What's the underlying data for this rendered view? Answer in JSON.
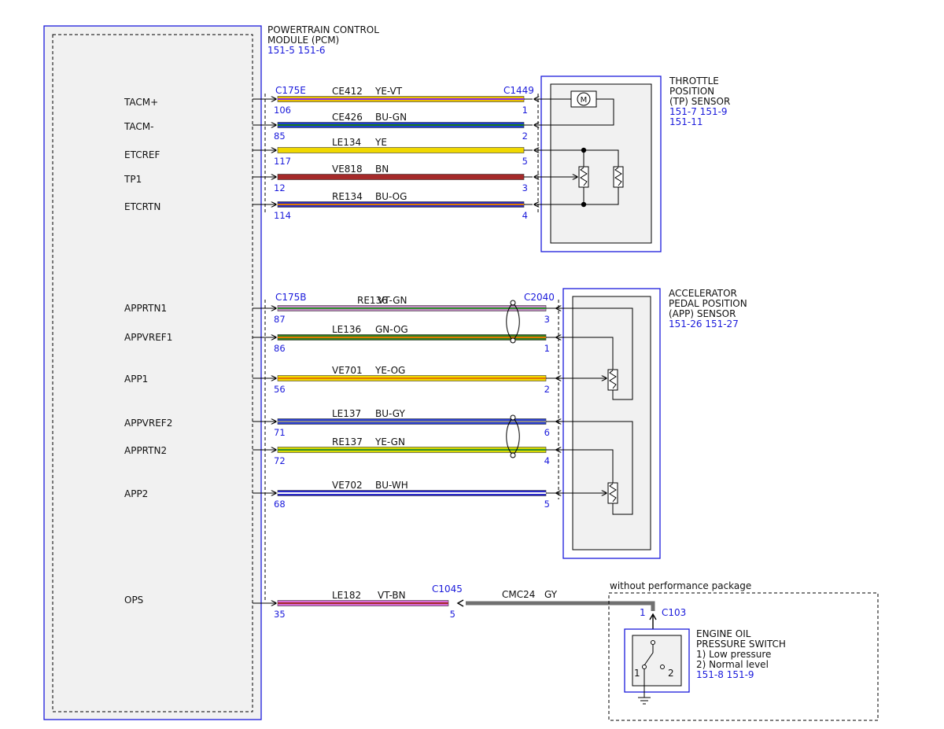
{
  "pcm": {
    "title_line1": "POWERTRAIN CONTROL",
    "title_line2": "MODULE (PCM)",
    "refs": "151-5  151-6"
  },
  "pcm_pins": [
    "TACM+",
    "TACM-",
    "ETCREF",
    "TP1",
    "ETCRTN",
    "APPRTN1",
    "APPVREF1",
    "APP1",
    "APPVREF2",
    "APPRTN2",
    "APP2",
    "OPS"
  ],
  "connectors": {
    "pcm_top": "C175E",
    "pcm_mid": "C175B",
    "tp_sensor": "C1449",
    "app_sensor": "C2040",
    "ops_inline": "C1045",
    "ops_switch": "C103"
  },
  "wires": [
    {
      "circuit": "CE412",
      "color_code": "YE-VT",
      "pcm_pin": "106",
      "far_pin": "1",
      "main": "#e8c000",
      "stripe": "#8a2be2"
    },
    {
      "circuit": "CE426",
      "color_code": "BU-GN",
      "pcm_pin": "85",
      "far_pin": "2",
      "main": "#1f3fd1",
      "stripe": "#1a7a1a"
    },
    {
      "circuit": "LE134",
      "color_code": "YE",
      "pcm_pin": "117",
      "far_pin": "5",
      "main": "#f0d800",
      "stripe": ""
    },
    {
      "circuit": "VE818",
      "color_code": "BN",
      "pcm_pin": "12",
      "far_pin": "3",
      "main": "#a52a2a",
      "stripe": ""
    },
    {
      "circuit": "RE134",
      "color_code": "BU-OG",
      "pcm_pin": "114",
      "far_pin": "4",
      "main": "#2a2ab8",
      "stripe": "#e07a00"
    },
    {
      "circuit": "RE136",
      "color_code": "VT-GN",
      "pcm_pin": "87",
      "far_pin": "3",
      "main": "#c38ac3",
      "stripe": "#2f8f2f"
    },
    {
      "circuit": "LE136",
      "color_code": "GN-OG",
      "pcm_pin": "86",
      "far_pin": "1",
      "main": "#2f7a1f",
      "stripe": "#e07a00"
    },
    {
      "circuit": "VE701",
      "color_code": "YE-OG",
      "pcm_pin": "56",
      "far_pin": "2",
      "main": "#f0d800",
      "stripe": "#e07a00"
    },
    {
      "circuit": "LE137",
      "color_code": "BU-GY",
      "pcm_pin": "71",
      "far_pin": "6",
      "main": "#2a3fcf",
      "stripe": "#8a8a8a"
    },
    {
      "circuit": "RE137",
      "color_code": "YE-GN",
      "pcm_pin": "72",
      "far_pin": "4",
      "main": "#d8d800",
      "stripe": "#2f8f2f"
    },
    {
      "circuit": "VE702",
      "color_code": "BU-WH",
      "pcm_pin": "68",
      "far_pin": "5",
      "main": "#2a2ac8",
      "stripe": "#ffffff"
    },
    {
      "circuit": "LE182",
      "color_code": "VT-BN",
      "pcm_pin": "35",
      "far_pin": "5",
      "main": "#d86ad8",
      "stripe": "#a52a2a"
    }
  ],
  "ops_link": {
    "circuit": "CMC24",
    "color_code": "GY",
    "color": "#707070"
  },
  "tp_sensor": {
    "line1": "THROTTLE",
    "line2": "POSITION",
    "line3": "(TP) SENSOR",
    "refs1": "151-7  151-9",
    "refs2": "151-11",
    "motor_label": "M"
  },
  "app_sensor": {
    "line1": "ACCELERATOR",
    "line2": "PEDAL POSITION",
    "line3": "(APP) SENSOR",
    "refs": "151-26  151-27"
  },
  "ops_switch": {
    "group_label": "without performance package",
    "conn_pin": "1",
    "line1": "ENGINE OIL",
    "line2": "PRESSURE SWITCH",
    "line3": "1) Low pressure",
    "line4": "2) Normal level",
    "refs": "151-8  151-9",
    "pos1": "1",
    "pos2": "2"
  }
}
